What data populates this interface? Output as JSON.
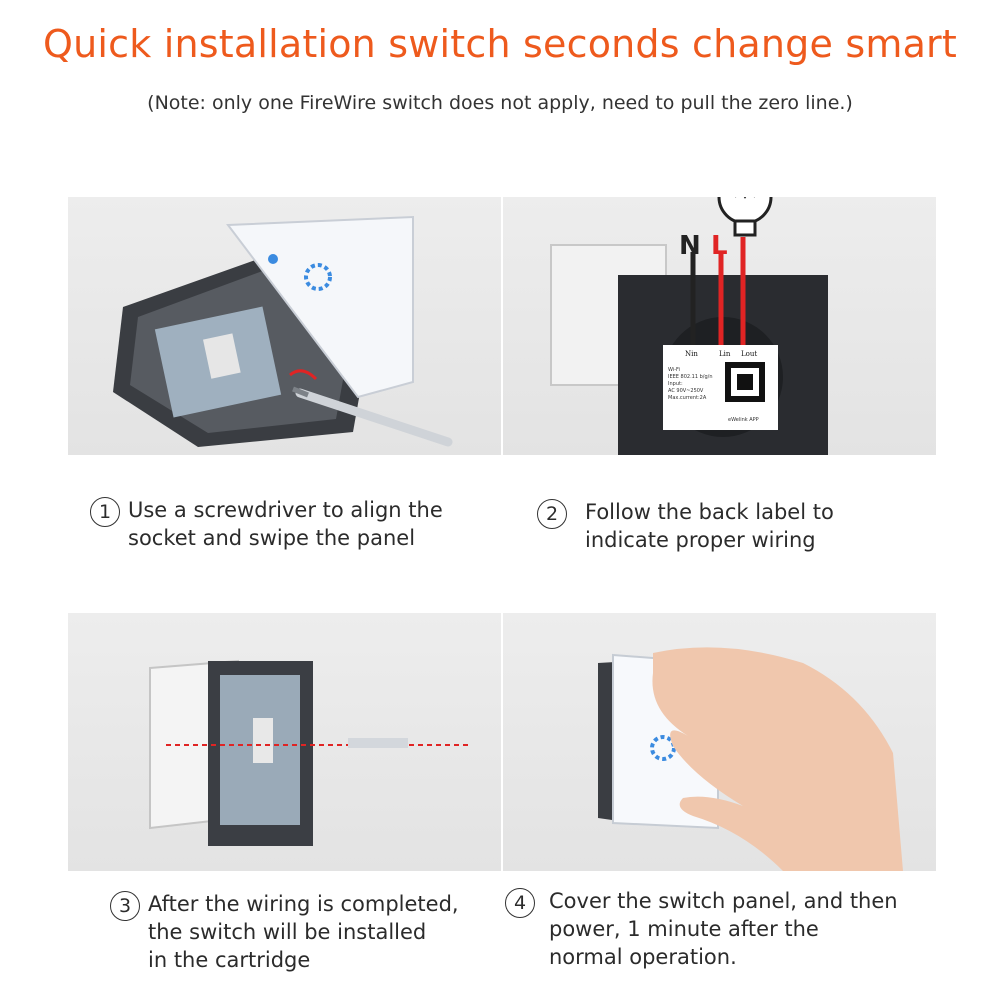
{
  "header": {
    "title": "Quick installation switch seconds change smart",
    "note": "(Note: only one FireWire switch does not apply, need to pull the zero line.)"
  },
  "steps": [
    {
      "number": "1",
      "text": "Use a screwdriver to align the\nsocket and swipe the panel"
    },
    {
      "number": "2",
      "text": "Follow the back label to\nindicate proper wiring"
    },
    {
      "number": "3",
      "text": "After the wiring is completed,\nthe switch will be installed\nin the cartridge"
    },
    {
      "number": "4",
      "text": "Cover the switch panel, and then\npower, 1 minute after the\nnormal operation."
    }
  ],
  "wiring": {
    "neutral_label": "N",
    "live_label": "L",
    "terminal_n": "Nin",
    "terminal_lin": "Lin",
    "terminal_lout": "Lout",
    "spec_lines": [
      "Wi-Fi",
      "IEEE 802.11 b/g/n",
      "Input:",
      "AC 90V~250V",
      "Max.current:2A"
    ],
    "app_label": "eWelink APP"
  },
  "colors": {
    "title": "#ee5a1d",
    "wire_live": "#e02424",
    "wire_neutral": "#222222",
    "touch_ring": "#3b8be0"
  }
}
